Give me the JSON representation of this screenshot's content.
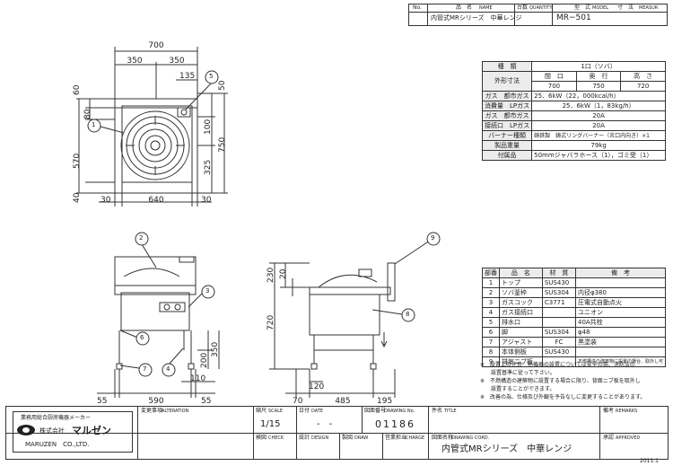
{
  "header_box": {
    "no_label": "No.",
    "name_label": "品　名",
    "name_label_en": "NAME",
    "quantity_label": "台数",
    "quantity_label_en": "QUANTITY",
    "model_label": "型　式",
    "model_label_en": "MODEL",
    "size_label": "寸　法",
    "size_label_en": "MEASUR",
    "product_name": "内管式MRシリーズ　中華レンジ",
    "model_value": "MR−501"
  },
  "top_view_dims": {
    "overall_width": "700",
    "half_left": "350",
    "half_right": "350",
    "inner_135": "135",
    "dim_60": "60",
    "dim_80": "80",
    "dim_570": "570",
    "dim_40": "40",
    "dim_30_left": "30",
    "dim_640": "640",
    "dim_30_right": "30",
    "dim_50": "50",
    "dim_100": "100",
    "dim_325": "325",
    "dim_750": "750"
  },
  "front_view_dims": {
    "dim_55_left": "55",
    "dim_590": "590",
    "dim_55_right": "55",
    "dim_110": "110",
    "dim_200": "200",
    "dim_350": "350"
  },
  "side_view_dims": {
    "dim_230": "230",
    "dim_20": "20",
    "dim_720": "720",
    "dim_120": "120",
    "dim_70": "70",
    "dim_485": "485",
    "dim_195": "195"
  },
  "callouts": [
    "1",
    "2",
    "3",
    "4",
    "5",
    "6",
    "7",
    "8",
    "9"
  ],
  "spec_table": {
    "rows": [
      [
        "種　類",
        "1口（ソバ）",
        "",
        ""
      ],
      [
        "外形寸法",
        "間　口",
        "奥　行",
        "高　さ"
      ],
      [
        "",
        "700",
        "750",
        "720"
      ],
      [
        "ガス　都市ガス",
        "25．6kW（22，000kcal/h）",
        "",
        ""
      ],
      [
        "消費量　LPガス",
        "25．6kW（1，83kg/h）",
        "",
        ""
      ],
      [
        "ガス　都市ガス",
        "20A",
        "",
        ""
      ],
      [
        "接続口　LPガス",
        "20A",
        "",
        ""
      ],
      [
        "バーナー種類",
        "鋳鉄製　鋳式リングバーナー（炎口内向き）×1",
        "",
        ""
      ],
      [
        "製品重量",
        "79kg",
        "",
        ""
      ],
      [
        "付属品",
        "50mmジャバラホース（1），ゴミ受（1）",
        "",
        ""
      ]
    ]
  },
  "parts_table": {
    "headers": [
      "部番",
      "品　名",
      "材　質",
      "備　考"
    ],
    "rows": [
      [
        "1",
        "トップ",
        "SUS430",
        ""
      ],
      [
        "2",
        "ソバ釜枠",
        "SUS304",
        "内径φ380"
      ],
      [
        "3",
        "ガスコック",
        "C3771",
        "圧電式自動点火"
      ],
      [
        "4",
        "ガス接続口",
        "",
        "ユニオン"
      ],
      [
        "5",
        "排水口",
        "",
        "40A共栓"
      ],
      [
        "6",
        "脚",
        "SUS304",
        "φ48"
      ],
      [
        "7",
        "アジャスト",
        "FC",
        "黒塗装"
      ],
      [
        "8",
        "本体側板",
        "SUS430",
        ""
      ],
      [
        "9",
        "排気ニブ板",
        "",
        "不燃構造の建築物に設置の場合、取外し可"
      ]
    ]
  },
  "notes": [
    "※　設置上の注意　熱機器の設置については安全の為、消防法の",
    "　　設置基準に従って下さい。",
    "※　不燃構造の建築物に設置する場合に限り、背面ニブ板を取外し",
    "　　設置することができます。",
    "※　改善の為、仕様及び外観を予告なしに変更することがあります。"
  ],
  "title_block": {
    "company_tagline": "業務用総合厨房機器メーカー",
    "company_jp": "株式会社",
    "company_brand": "マルゼン",
    "company_en": "MARUZEN　CO.,LTD.",
    "alteration_label": "変更事項",
    "alteration_label_en": "ALTERATION",
    "scale_label": "縮尺",
    "scale_label_en": "SCALE",
    "scale_value": "1/15",
    "date_label": "日付",
    "date_label_en": "DATE",
    "date_value": "-　-",
    "drawing_no_label": "図面番号",
    "drawing_no_label_en": "DRAWING No.",
    "drawing_no_value": "01186",
    "title_label": "件名",
    "title_label_en": "TITLE",
    "remarks_label": "備考",
    "remarks_label_en": "REMARKS",
    "check_label": "検図",
    "check_label_en": "CHECK",
    "design_label": "設計",
    "design_label_en": "DESIGN",
    "draw_label": "製図",
    "draw_label_en": "DRAW",
    "charge_label": "営業担当",
    "charge_label_en": "CHARGE",
    "drawing_cord_label": "図面名称",
    "drawing_cord_label_en": "DRAWING CORD.",
    "drawing_cord_value": "内管式MRシリーズ　中華レンジ",
    "approved_label": "承認",
    "approved_label_en": "APPROVED",
    "year": "2011.1"
  }
}
